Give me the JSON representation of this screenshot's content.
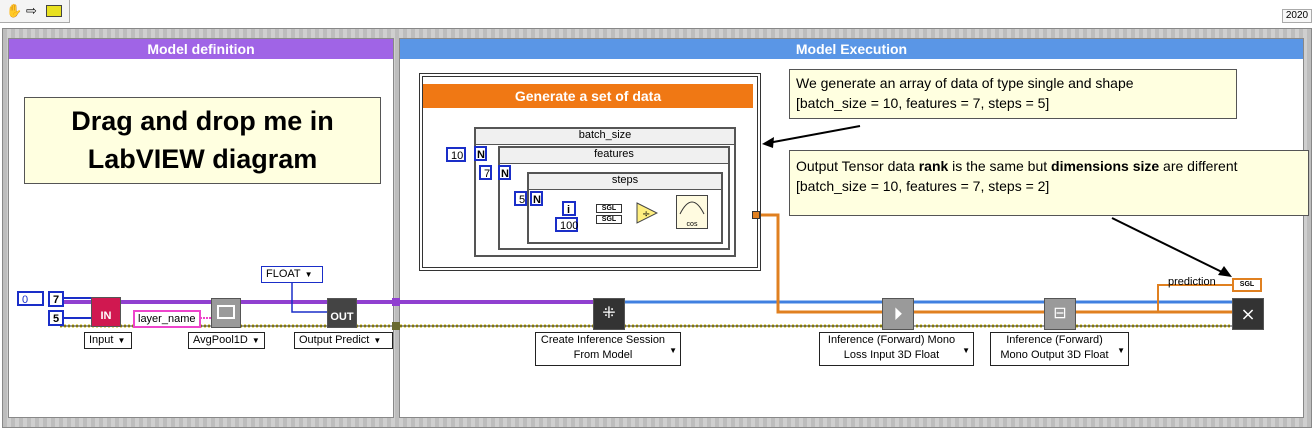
{
  "version": "2020",
  "panes": {
    "definition": "Model definition",
    "execution": "Model Execution"
  },
  "drag_note": "Drag and drop me in LabVIEW diagram",
  "note_generate": {
    "line1": "We generate an array of data of type single and shape",
    "line2": "[batch_size = 10, features = 7, steps = 5]"
  },
  "note_output": {
    "before_rank": "Output Tensor data ",
    "rank": "rank",
    "middle": " is the same but ",
    "dims": "dimensions size",
    "after": " are different",
    "line2": "[batch_size = 10, features = 7, steps = 2]"
  },
  "gen": {
    "title": "Generate a set of data",
    "batch_label": "batch_size",
    "features_label": "features",
    "steps_label": "steps",
    "batch_val": "10",
    "features_val": "7",
    "steps_val": "5",
    "n": "N",
    "i": "i",
    "hundred": "100",
    "sgl": "SGL",
    "cos": "cos"
  },
  "def": {
    "zero": "0",
    "seven": "7",
    "five": "5",
    "in": "IN",
    "input_ring": "Input",
    "layer_name": "layer_name",
    "avgpool": "AvgPool1D",
    "float": "FLOAT",
    "out": "OUT",
    "output_ring": "Output Predict"
  },
  "exec": {
    "create_session": "Create Inference Session From Model",
    "inference_loss": "Inference (Forward) Mono Loss Input 3D Float",
    "inference_output": "Inference (Forward) Mono Output 3D Float",
    "prediction": "prediction",
    "sgl": "SGL"
  },
  "colors": {
    "purple_header": "#a064e6",
    "blue_header": "#5a96e6",
    "orange_header": "#f07814",
    "wire_purple": "#9040d0",
    "wire_blue": "#4080e0",
    "wire_orange": "#e08020"
  }
}
